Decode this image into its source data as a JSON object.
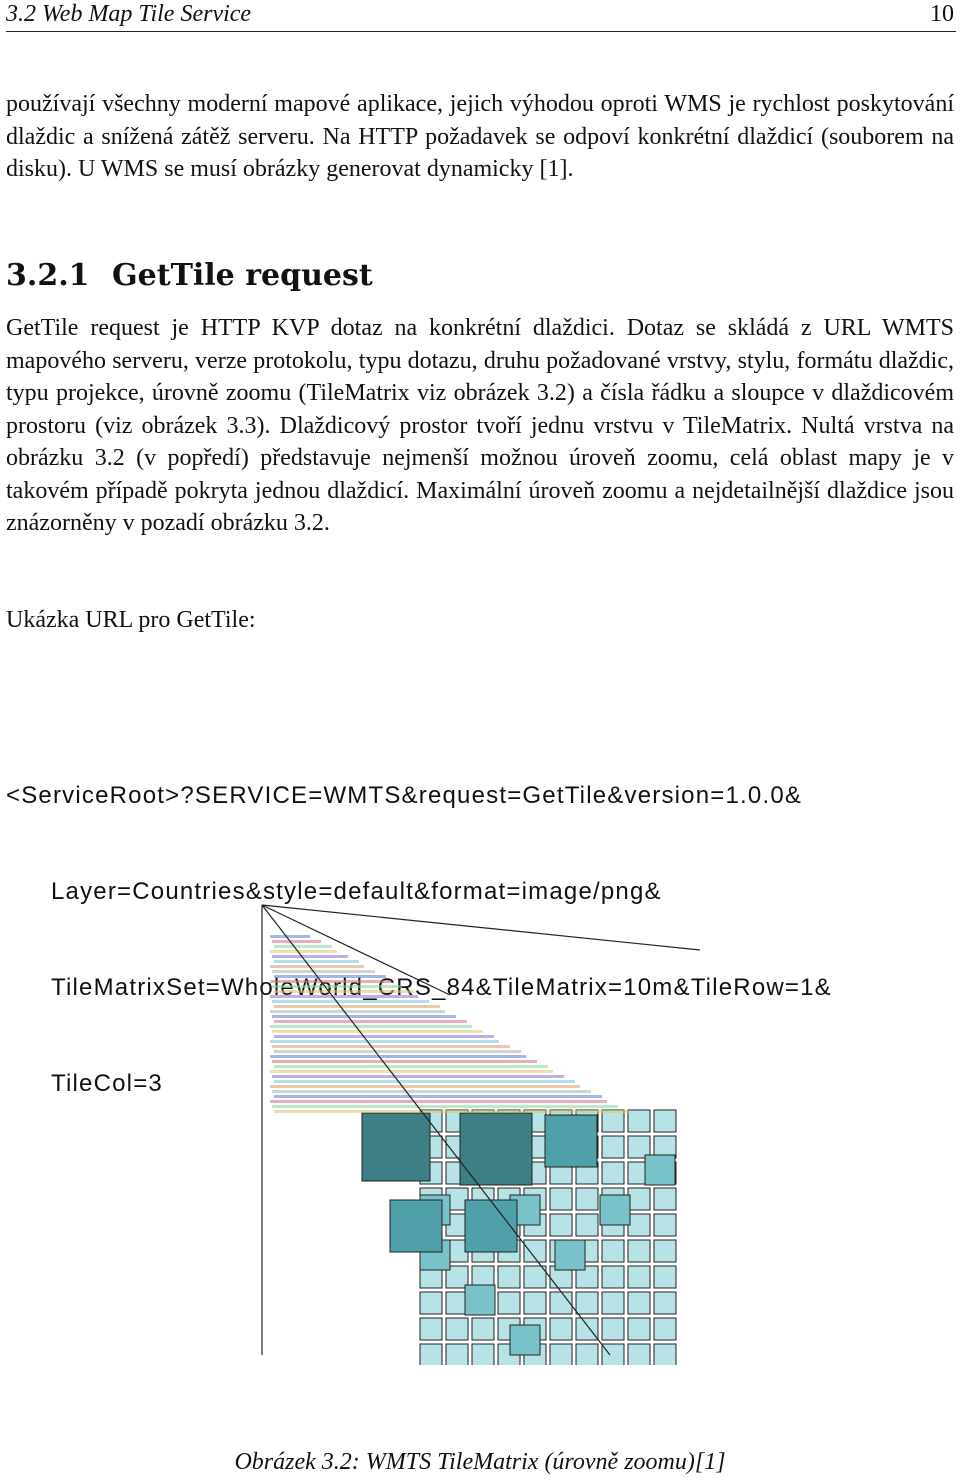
{
  "header": {
    "section_title": "3.2 Web Map Tile Service",
    "page_number": "10"
  },
  "paragraphs": [
    "používají všechny moderní mapové aplikace, jejich výhodou oproti WMS je rychlost poskytování dlaždic a snížená zátěž serveru. Na HTTP požadavek se odpoví konkrétní dlaždicí (souborem na disku). U WMS se musí obrázky generovat dynamicky [1].",
    "GetTile request je HTTP KVP dotaz na konkrétní dlaždici. Dotaz se skládá z URL WMTS mapového serveru, verze protokolu, typu dotazu, druhu požadované vrstvy, stylu, formátu dlaždic, typu projekce, úrovně zoomu (TileMatrix viz obrázek 3.2) a čísla řádku a sloupce v dlaždicovém prostoru (viz obrázek 3.3). Dlaždicový prostor tvoří jednu vrstvu v TileMatrix. Nultá vrstva na obrázku 3.2 (v popředí) představuje nejmenší možnou úroveň zoomu, celá oblast mapy je v takovém případě pokryta jednou dlaždicí. Maximální úroveň zoomu a nejdetailnější dlaždice jsou znázorněny v pozadí obrázku 3.2.",
    "Ukázka URL pro GetTile:"
  ],
  "section": {
    "number": "3.2.1",
    "title": "GetTile request"
  },
  "code_lines": [
    "<ServiceRoot>?SERVICE=WMTS&request=GetTile&version=1.0.0&",
    "Layer=Countries&style=default&format=image/png&",
    "TileMatrixSet=WholeWorld_CRS_84&TileMatrix=10m&TileRow=1&",
    "TileCol=3"
  ],
  "figure": {
    "caption": "Obrázek 3.2: WMTS TileMatrix (úrovně zoomu)[1]",
    "colors": {
      "level0": "#3e7f86",
      "level1": "#4fa0a8",
      "level2": "#79c2c9",
      "level3": "#b7e2e6",
      "outline": "#222222"
    }
  }
}
